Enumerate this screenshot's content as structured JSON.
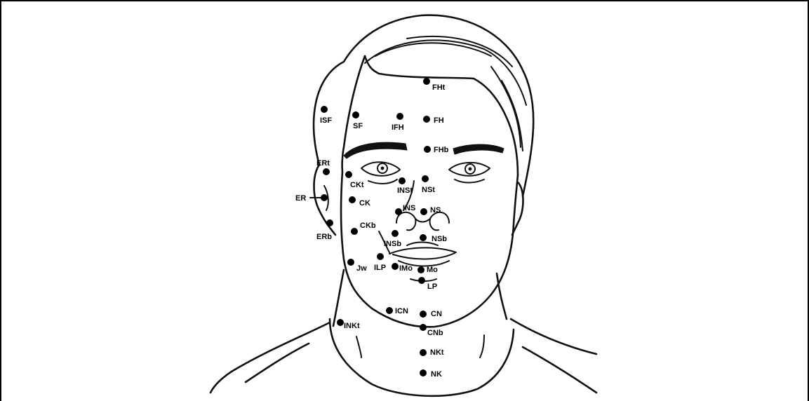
{
  "points": [
    {
      "id": "fht",
      "label": "FHt"
    },
    {
      "id": "isf",
      "label": "ISF"
    },
    {
      "id": "sf",
      "label": "SF"
    },
    {
      "id": "ifh",
      "label": "IFH"
    },
    {
      "id": "fh",
      "label": "FH"
    },
    {
      "id": "fhb",
      "label": "FHb"
    },
    {
      "id": "ert",
      "label": "ERt"
    },
    {
      "id": "ckt",
      "label": "CKt"
    },
    {
      "id": "inst",
      "label": "INSt"
    },
    {
      "id": "nst",
      "label": "NSt"
    },
    {
      "id": "er",
      "label": "ER"
    },
    {
      "id": "ck",
      "label": "CK"
    },
    {
      "id": "ins",
      "label": "INS"
    },
    {
      "id": "ns",
      "label": "NS"
    },
    {
      "id": "ckb",
      "label": "CKb"
    },
    {
      "id": "erb",
      "label": "ERb"
    },
    {
      "id": "insb",
      "label": "INSb"
    },
    {
      "id": "nsb",
      "label": "NSb"
    },
    {
      "id": "jw",
      "label": "Jw"
    },
    {
      "id": "ilp",
      "label": "ILP"
    },
    {
      "id": "imo",
      "label": "IMo"
    },
    {
      "id": "mo",
      "label": "Mo"
    },
    {
      "id": "lp",
      "label": "LP"
    },
    {
      "id": "icn",
      "label": "ICN"
    },
    {
      "id": "cn",
      "label": "CN"
    },
    {
      "id": "inkt",
      "label": "INKt"
    },
    {
      "id": "cnb",
      "label": "CNb"
    },
    {
      "id": "nkt",
      "label": "NKt"
    },
    {
      "id": "nk",
      "label": "NK"
    }
  ]
}
